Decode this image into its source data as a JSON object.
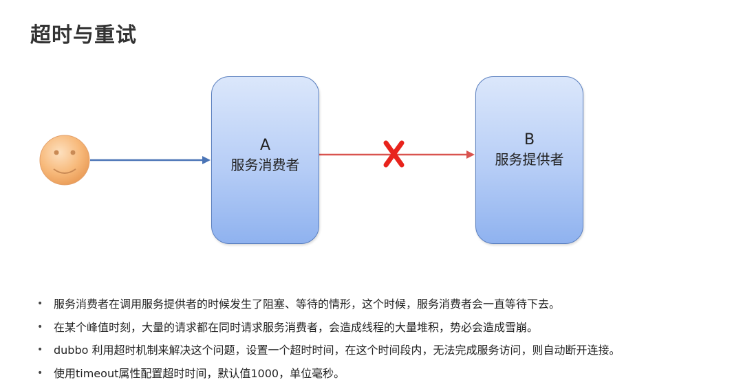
{
  "title": "超时与重试",
  "diagram": {
    "consumer": {
      "letter": "A",
      "name": "服务消费者"
    },
    "provider": {
      "letter": "B",
      "name": "服务提供者"
    },
    "user_icon": "smiley-face-icon",
    "blocked_icon": "red-x-icon",
    "colors": {
      "box_fill_top": "#dbe7fb",
      "box_fill_bottom": "#8fb2ef",
      "box_border": "#5a7fbf",
      "user_arrow": "#4a74b6",
      "call_arrow": "#d9534f",
      "blocked_mark": "#e8231c",
      "face": "#f7b97a"
    }
  },
  "bullets": [
    "服务消费者在调用服务提供者的时候发生了阻塞、等待的情形，这个时候，服务消费者会一直等待下去。",
    "在某个峰值时刻，大量的请求都在同时请求服务消费者，会造成线程的大量堆积，势必会造成雪崩。",
    "dubbo 利用超时机制来解决这个问题，设置一个超时时间，在这个时间段内，无法完成服务访问，则自动断开连接。",
    "使用timeout属性配置超时时间，默认值1000，单位毫秒。"
  ]
}
